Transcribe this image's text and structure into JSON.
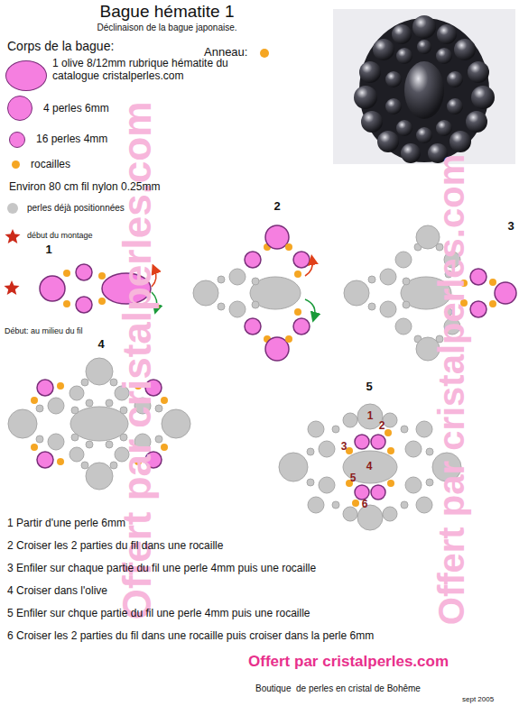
{
  "diagram": {
    "title": "Bague hématite 1",
    "labels": [
      "Déclinaison de la bague japonaise.",
      "Corps de la bague:",
      "Environ 80 cm fil nylon 0.25mm",
      "Début: au milieu du fil",
      "1",
      "2",
      "3",
      "4",
      "5",
      "1",
      "2",
      "3",
      "4",
      "5",
      "6",
      "1 Partir d'une perle 6mm",
      "2 Croiser les 2 parties du fil dans une rocaille",
      "3 Enfiler sur chaque partie du fil une perle 4mm puis une rocaille",
      "4 Croiser dans l'olive",
      "5 Enfiler sur chque partie du fil une perle 4mm puis une rocaille",
      "6 Croiser les 2 parties du fil dans une rocaille puis croiser dans la perle 6mm",
      "Offert par cristalperles.com",
      "Boutique  de perles en cristal de Bohême",
      "sept 2005",
      "Offert par cristalperles.com",
      "Offert par cristalperles.com"
    ],
    "legend": [
      {
        "text": "1 olive 8/12mm rubrique hématite du catalogue cristalperles.com",
        "color": "#f57fe0"
      },
      {
        "text": "Anneau:",
        "color": "#f5a623"
      },
      {
        "text": "4 perles 6mm",
        "color": "#f57fe0"
      },
      {
        "text": "16 perles 4mm",
        "color": "#f57fe0"
      },
      {
        "text": "rocailles",
        "color": "#f5a623"
      },
      {
        "text": "perles déjà positionnées",
        "color": "#c6c6c6"
      },
      {
        "text": "début du montage"
      }
    ]
  }
}
